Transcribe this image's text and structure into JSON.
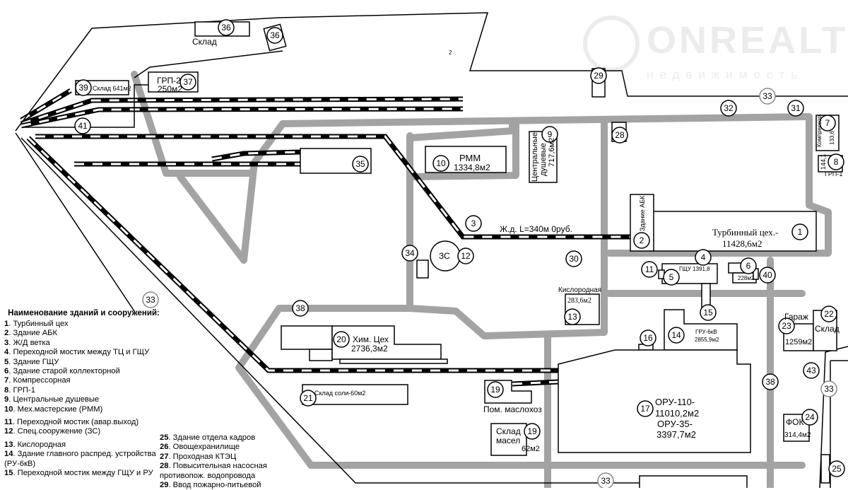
{
  "watermark": {
    "brand": "ONREALT",
    "tagline": "недвижимость"
  },
  "markers": [
    "36",
    "36",
    "37",
    "39",
    "41",
    "29",
    "33",
    "32",
    "31",
    "7",
    "8",
    "28",
    "9",
    "10",
    "35",
    "3",
    "1",
    "2",
    "34",
    "12",
    "30",
    "4",
    "11",
    "5",
    "6",
    "40",
    "13",
    "15",
    "22",
    "23",
    "14",
    "16",
    "38",
    "33",
    "20",
    "21",
    "19",
    "19",
    "17",
    "38",
    "43",
    "33",
    "24",
    "25",
    "33"
  ],
  "labels": {
    "sklad_top": "Склад",
    "zone_2": "2",
    "grp2": "ГРП-2",
    "grp2_area": "250м2",
    "sklad39": "Склад 641м2",
    "compressor": "Компрессор.",
    "compressor_area": "133,6",
    "grp1_area": "144,1",
    "grp1": "ГРП-1",
    "rmm": "РММ",
    "rmm_area": "1334,8м2",
    "showers1": "Центральные",
    "showers2": "душевые",
    "showers_area": "717,6м2",
    "abk": "Здание АБК",
    "turbine": "Турбинный цех.-",
    "turbine_area": "11428,6м2",
    "rail": "Ж.д. L=340м 0руб.",
    "zs": "ЗС",
    "gshu": "ГЩУ 1391,8",
    "old_coll_area": "228м2",
    "oxygen": "Кислородная",
    "oxygen_area": "283,6м2",
    "gru": "ГРУ-6кВ",
    "gru_area": "2855,9м2",
    "garage": "Гараж",
    "garage_area": "1259м2",
    "sklad22": "Склад",
    "chem": "Хим. Цех",
    "chem_area": "2736,3м2",
    "salt": "Склад соли-60м2",
    "oil_room": "Пом. маслохоз",
    "oil_store1": "Склад",
    "oil_store2": "масел",
    "oil_store_area": "62м2",
    "oru1": "ОРУ-110-",
    "oru1_area": "11010,2м2",
    "oru2": "ОРУ-35-",
    "oru2_area": "3397,7м2",
    "fok": "ФОК",
    "fok_area": "314,4м2"
  },
  "legend": {
    "title": "Наименование зданий и сооружений:",
    "items": [
      {
        "n": "1",
        "t": ". Турбинный цех"
      },
      {
        "n": "2",
        "t": ". Здание АБК"
      },
      {
        "n": "3",
        "t": ". Ж/Д ветка"
      },
      {
        "n": "4",
        "t": ". Переходной мостик между ТЦ и ГЩУ"
      },
      {
        "n": "5",
        "t": ". Здание ГЩУ"
      },
      {
        "n": "6",
        "t": ". Здание старой коллекторной"
      },
      {
        "n": "7",
        "t": ". Компрессорная"
      },
      {
        "n": "8",
        "t": ".   ГРП-1"
      },
      {
        "n": "9",
        "t": ". Центральные душевые"
      },
      {
        "n": "10",
        "t": ". Мех.мастерские (РММ)"
      },
      {
        "n": "11",
        "t": ". Переходной мостик (авар.выход)"
      },
      {
        "n": "12",
        "t": ". Спец.сооружение (ЗС)"
      },
      {
        "n": "13",
        "t": ". Кислородная"
      },
      {
        "n": "14",
        "t": ". Здание главного  распред. устройства (РУ-6кВ)"
      },
      {
        "n": "15",
        "t": ". Переходной мостик между ГЩУ и РУ"
      }
    ],
    "items2": [
      {
        "n": "25",
        "t": ". Здание отдела кадров"
      },
      {
        "n": "26",
        "t": ". Овощехранилище"
      },
      {
        "n": "27",
        "t": ". Проходная КТЭЦ"
      },
      {
        "n": "28",
        "t": ". Повысительная насосная противопож. водопровода"
      },
      {
        "n": "29",
        "t": ". Ввод пожарно-питьевой"
      }
    ]
  }
}
